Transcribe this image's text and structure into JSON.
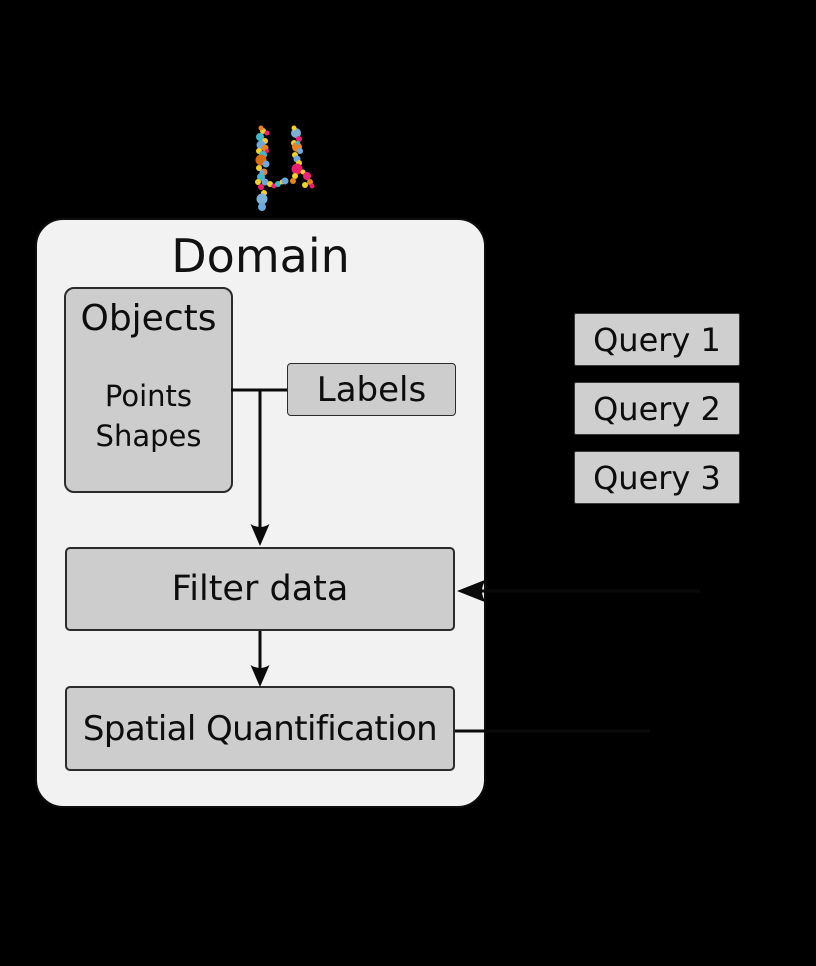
{
  "logo": {
    "glyph": "μ",
    "description": "mu symbol made of scattered colored dots",
    "palette": [
      "#6fa8dc",
      "#7bafd4",
      "#e8821e",
      "#d9690f",
      "#f0cf2e",
      "#ee2377",
      "#ee1e6e",
      "#45b5c8"
    ]
  },
  "domain": {
    "title": "Domain",
    "objects": {
      "title": "Objects",
      "items": [
        "Points",
        "Shapes"
      ]
    },
    "labels": {
      "label": "Labels"
    },
    "filter": {
      "label": "Filter data"
    },
    "spatial": {
      "label": "Spatial Quantification"
    }
  },
  "queries": [
    {
      "label": "Query 1"
    },
    {
      "label": "Query 2"
    },
    {
      "label": "Query 3"
    }
  ],
  "colors": {
    "background": "#000000",
    "panel_fill": "#f2f2f2",
    "box_fill": "#cdcdcd",
    "border": "#0d0d0d",
    "text": "#0d0d0d"
  }
}
